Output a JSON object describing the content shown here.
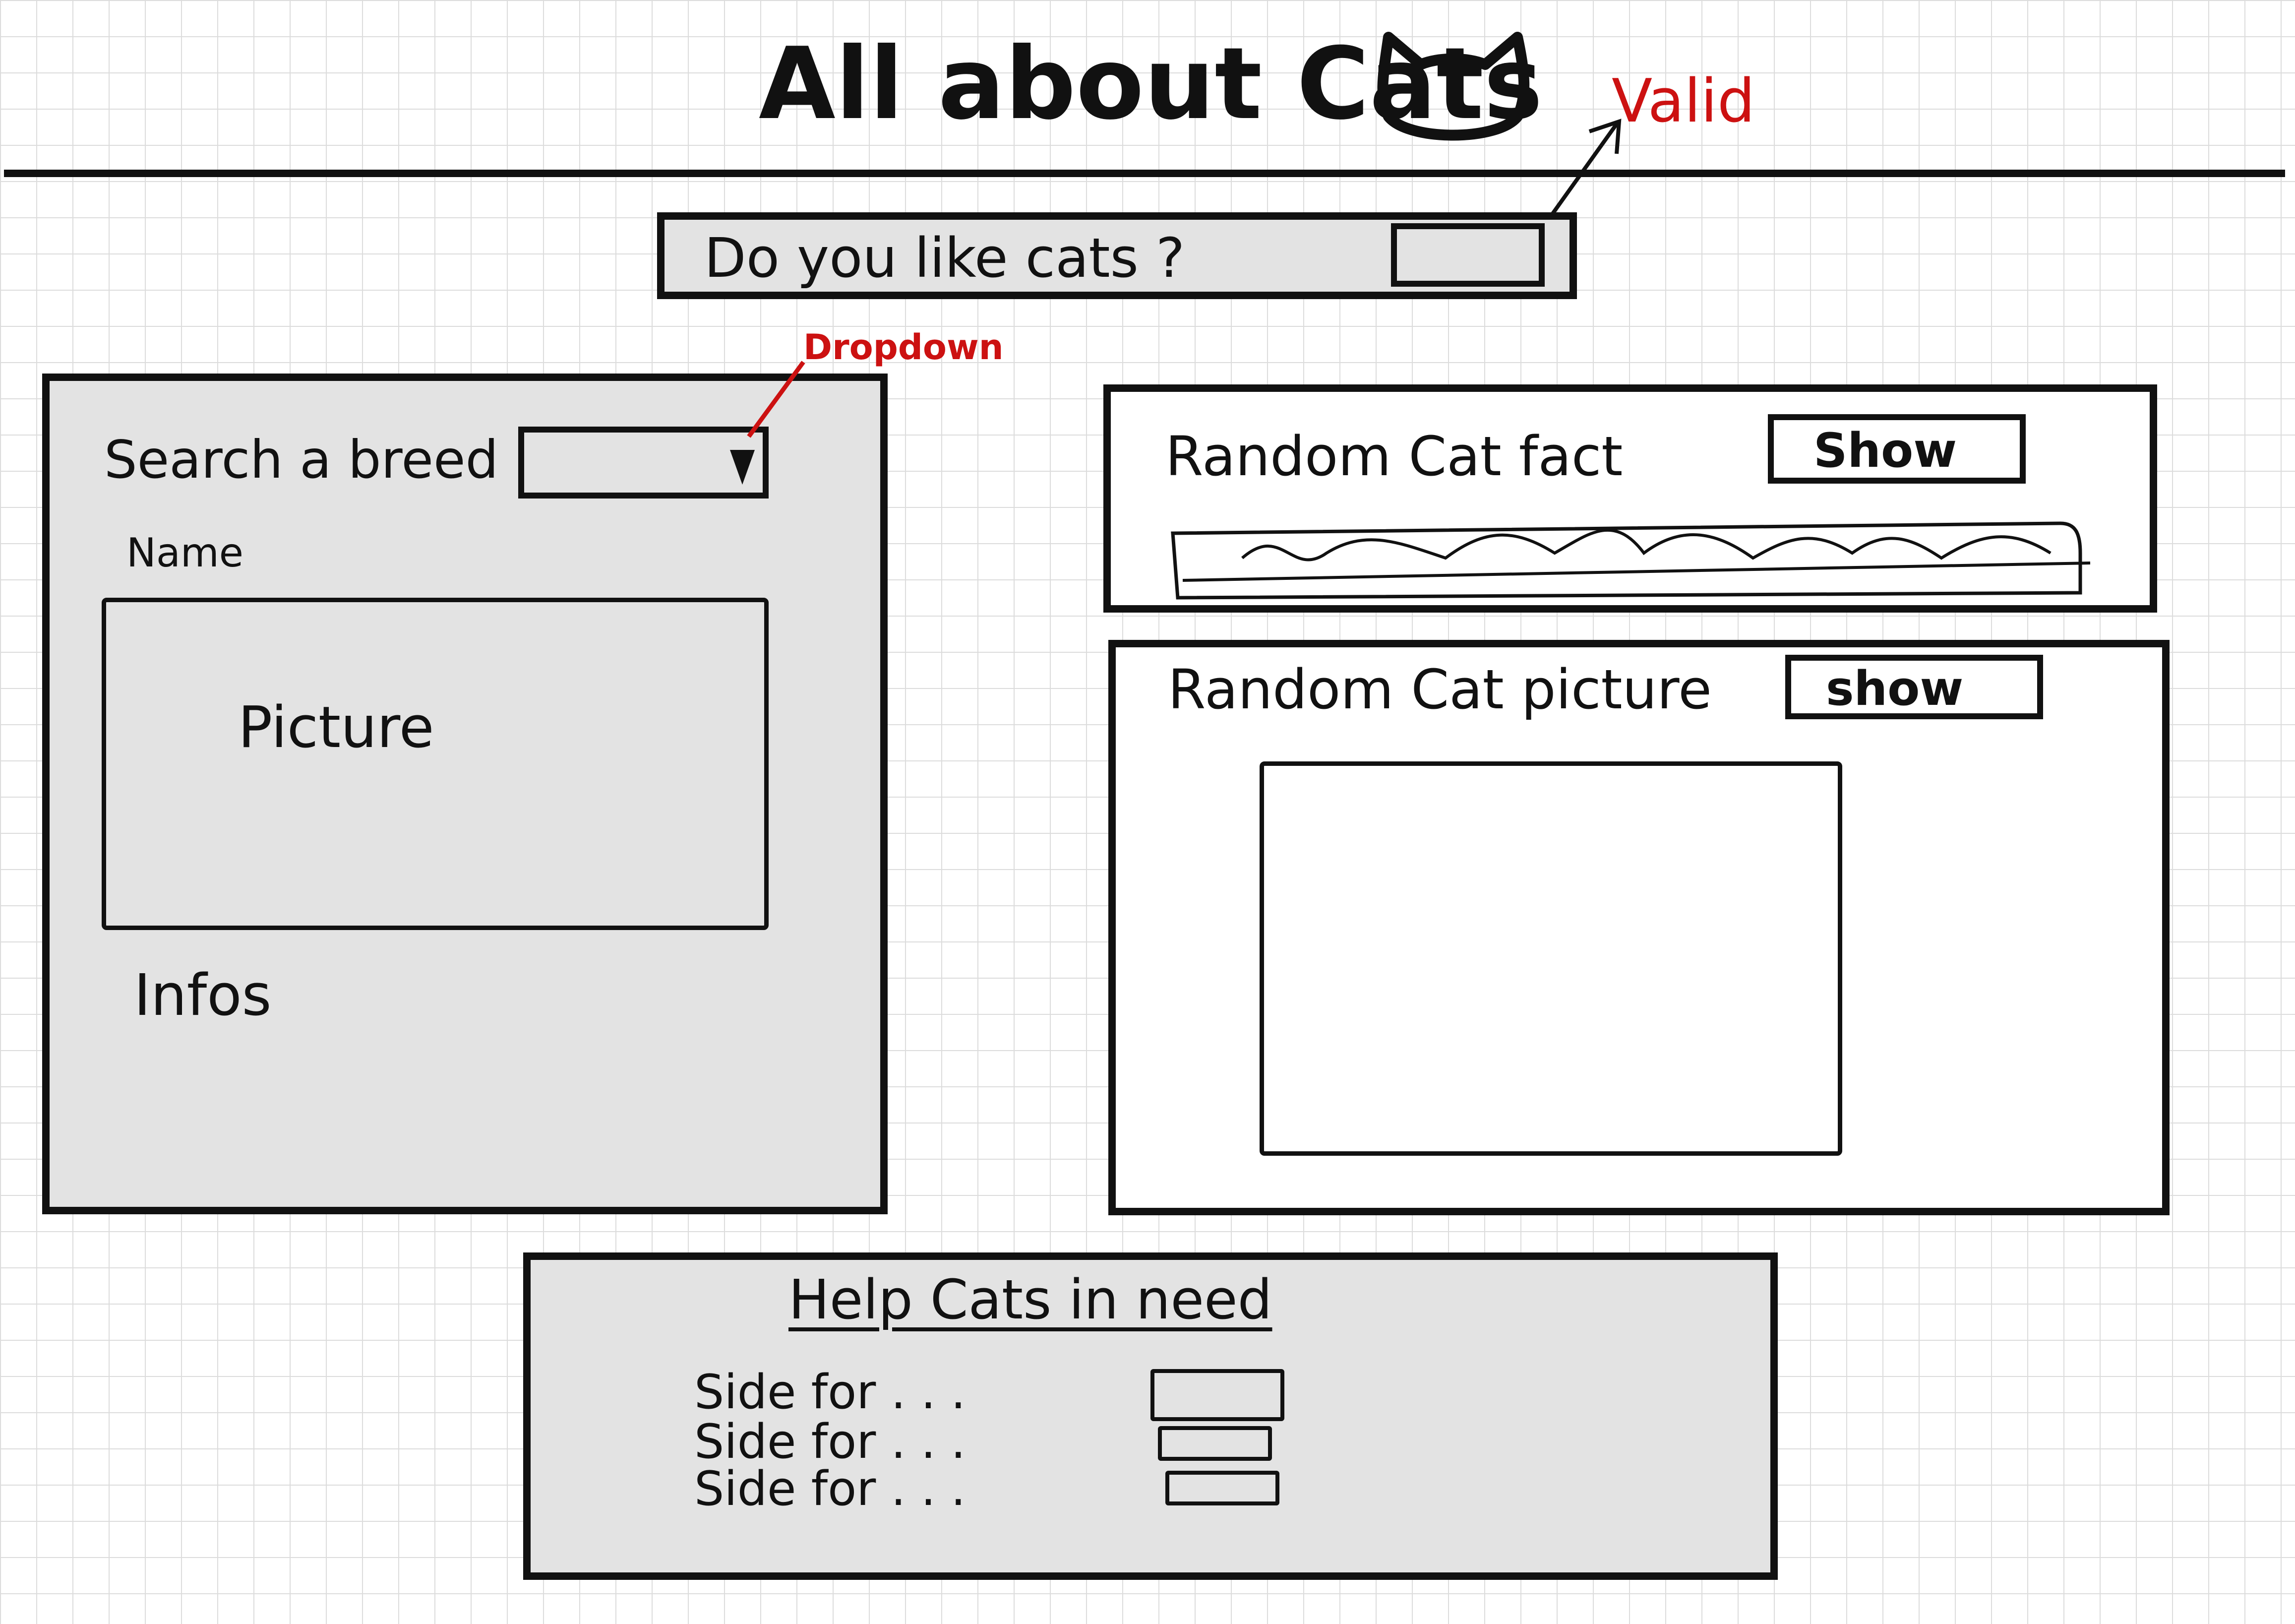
{
  "header": {
    "title": "All about Cats"
  },
  "annotations": {
    "valid": "Valid",
    "dropdown": "Dropdown"
  },
  "question": {
    "label": "Do you like cats ?"
  },
  "breed_panel": {
    "search_label": "Search a breed",
    "name_label": "Name",
    "picture_label": "Picture",
    "infos_label": "Infos"
  },
  "fact_panel": {
    "title": "Random Cat fact",
    "button": "Show"
  },
  "picture_panel": {
    "title": "Random Cat picture",
    "button": "show"
  },
  "help_panel": {
    "title": "Help Cats in need",
    "links": [
      "Side for . . .",
      "Side for . . .",
      "Side for . . ."
    ]
  },
  "colors": {
    "ink": "#111111",
    "annotation": "#cc1111",
    "panel_fill": "#e3e3e3",
    "grid": "#dcdcdc"
  },
  "icons": {
    "title_icon": "cat-head-icon",
    "dropdown_icon": "dropdown-arrow-icon"
  }
}
